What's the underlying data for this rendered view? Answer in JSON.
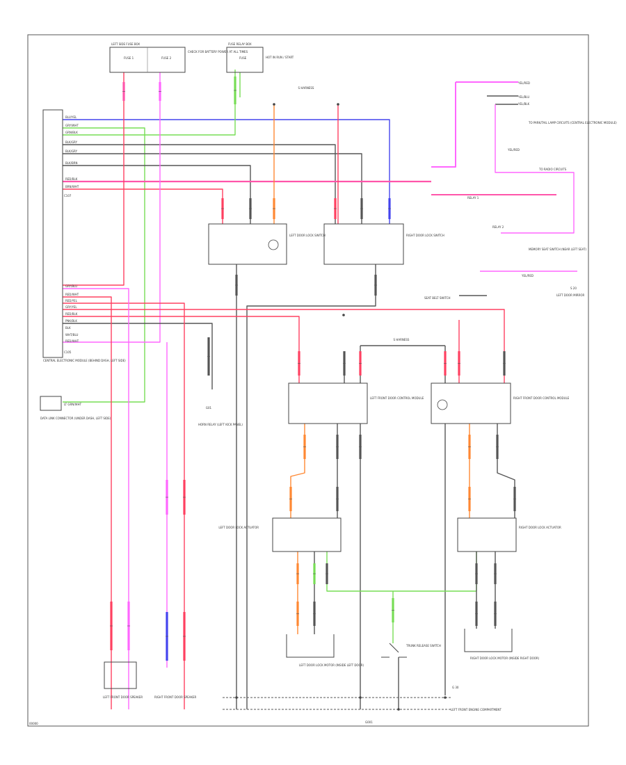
{
  "diagram": {
    "footer_left": "00000",
    "footer_center": "G001",
    "ground_code": "G 30",
    "colors": {
      "black": "#555555",
      "red": "#ff4060",
      "pink": "#ff66ff",
      "blue": "#4444ee",
      "green": "#77dd55",
      "orange": "#ff8833",
      "magenta": "#ff55aa",
      "gray": "#777777"
    },
    "fuse_left": {
      "label": "LEFT SIDE FUSE BOX",
      "fuses": [
        "FUSE 1",
        "FUSE 2"
      ],
      "note": "CHECK FOR BATTERY POWER AT ALL TIMES"
    },
    "fuse_right": {
      "label": "FUSE RELAY BOX",
      "fuse": "FUSE",
      "note": "HOT IN RUN / START"
    },
    "splices": {
      "top": "S HARNESS",
      "mid": "S HARNESS"
    },
    "module_top": {
      "label": "CENTRAL ELECTRONIC MODULE",
      "wires": [
        "BLU/YEL",
        "GRY/WHT",
        "GRN/BLK",
        "BLK/GRY",
        "BLK/GRY",
        "BLK/BRN",
        "RED/BLK",
        "BRN/WHT"
      ],
      "foot": "C107"
    },
    "module_bottom": {
      "wires": [
        "GRY/BLU",
        "RED/WHT",
        "RED/YEL",
        "GRY/YEL",
        "RED/BLK",
        "PNK/BLK",
        "BLK",
        "WHT/BLU",
        "RED/WHT"
      ],
      "foot": "C105"
    },
    "module_caption": "CENTRAL ELECTRONIC MODULE (BEHIND DASH, LEFT SIDE)",
    "diag": {
      "wire": "LT GRN/WHT",
      "caption": "DATA LINK CONNECTOR (UNDER DASH, LEFT SIDE)"
    },
    "right_labels": {
      "top_wires": [
        "YEL/RED",
        "YEL/BLU",
        "YEL/BLK"
      ],
      "top_note": "TO PARK/TAIL LAMP CIRCUITS (CENTRAL ELECTRONIC MODULE)",
      "mid_wire": "YEL/RED",
      "mid_note": "TO RADIO CIRCUITS",
      "relay_1": "RELAY 1",
      "relay_2": "RELAY 2",
      "switch_note": "MEMORY SEAT SWITCH (NEAR LEFT SEAT)",
      "lower_wire": "YEL/RED",
      "lower_note": "LEFT DOOR MIRROR",
      "switch_code": "S 20",
      "seat_note": "SEAT BELT SWITCH"
    },
    "door_switch_left": "LEFT DOOR LOCK SWITCH",
    "door_switch_right": "RIGHT DOOR LOCK SWITCH",
    "lock_left": "LEFT DOOR LOCK ACTUATOR",
    "lock_right": "RIGHT DOOR LOCK ACTUATOR",
    "horn": {
      "wire": "G01",
      "caption": "HORN RELAY (LEFT KICK PANEL)"
    },
    "ecm_left": "LEFT FRONT DOOR CONTROL MODULE",
    "ecm_right": "RIGHT FRONT DOOR CONTROL MODULE",
    "motor_left": "LEFT DOOR LOCK MOTOR (INSIDE LEFT DOOR)",
    "motor_right": "RIGHT DOOR LOCK MOTOR (INSIDE RIGHT DOOR)",
    "trunk": "TRUNK RELEASE SWITCH",
    "speaker_left": "LEFT FRONT DOOR SPEAKER",
    "speaker_right": "RIGHT FRONT DOOR SPEAKER",
    "ground_caption": "LEFT FRONT ENGINE COMPARTMENT"
  }
}
